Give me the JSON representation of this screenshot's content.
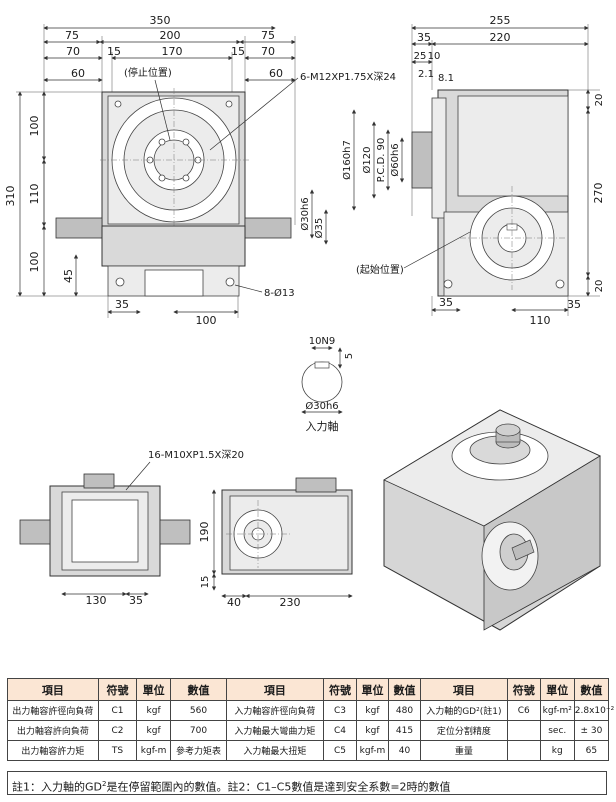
{
  "drawing": {
    "front_view": {
      "dims_top": [
        "350",
        "75",
        "200",
        "75",
        "70",
        "15",
        "170",
        "15",
        "70",
        "60",
        "60"
      ],
      "dims_left": [
        "310",
        "100",
        "110",
        "100",
        "45"
      ],
      "dims_bottom": [
        "35",
        "100"
      ],
      "dims_right": [
        "Ø30h6",
        "Ø35"
      ],
      "callout_stop": "(停止位置)",
      "callout_thread": "6-M12XP1.75X深24",
      "callout_holes": "8-Ø13"
    },
    "side_view": {
      "dims_top": [
        "255",
        "35",
        "220",
        "25",
        "10",
        "2.1",
        "8.1"
      ],
      "dims_left": [
        "Ø160h7",
        "Ø120",
        "P.C.D. 90",
        "Ø60h6"
      ],
      "dims_right": [
        "20",
        "270",
        "20"
      ],
      "dims_bottom": [
        "35",
        "110",
        "35"
      ],
      "callout_start": "(起始位置)"
    },
    "shaft_detail": {
      "keyway": "10N9",
      "depth": "5",
      "diameter": "Ø30h6",
      "caption": "入力軸"
    },
    "bottom_view": {
      "callout_thread": "16-M10XP1.5X深20",
      "dims": [
        "130",
        "35"
      ]
    },
    "end_view": {
      "dims": [
        "190",
        "15",
        "40",
        "230"
      ]
    }
  },
  "spec_table": {
    "headers": [
      "項目",
      "符號",
      "單位",
      "數值",
      "項目",
      "符號",
      "單位",
      "數值",
      "項目",
      "符號",
      "單位",
      "數值"
    ],
    "rows": [
      [
        "出力軸容許徑向負荷",
        "C1",
        "kgf",
        "560",
        "入力軸容許徑向負荷",
        "C3",
        "kgf",
        "480",
        "入力軸的GD²(註1)",
        "C6",
        "kgf-m²",
        "2.8x10⁻²"
      ],
      [
        "出力軸容許向負荷",
        "C2",
        "kgf",
        "700",
        "入力軸最大彎曲力矩",
        "C4",
        "kgf",
        "415",
        "定位分割精度",
        "",
        "sec.",
        "± 30"
      ],
      [
        "出力軸容許力矩",
        "TS",
        "kgf-m",
        "參考力矩表",
        "入力軸最大扭矩",
        "C5",
        "kgf-m",
        "40",
        "重量",
        "",
        "kg",
        "65"
      ]
    ]
  },
  "note": {
    "part1": "註1：入力軸的GD",
    "sup": "2",
    "part2": "是在停留範圍內的數值。註2：C1–C5數值是達到安全系數=2時的數值"
  }
}
